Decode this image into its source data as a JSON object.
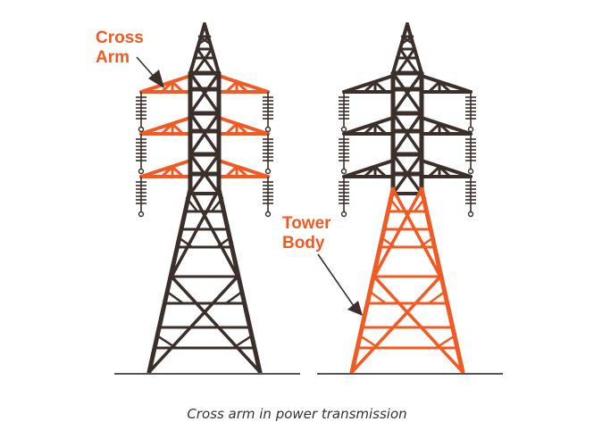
{
  "figure": {
    "caption": "Cross arm in power transmission",
    "labels": {
      "cross_arm": {
        "line1": "Cross",
        "line2": "Arm"
      },
      "tower_body": {
        "line1": "Tower",
        "line2": "Body"
      }
    },
    "towers": [
      {
        "id": "left",
        "highlighted_part": "cross arms",
        "highlight_color": "#f15a22",
        "base_color": "#3a2f2b"
      },
      {
        "id": "right",
        "highlighted_part": "tower body",
        "highlight_color": "#f15a22",
        "base_color": "#3a2f2b"
      }
    ],
    "colors": {
      "accent": "#f15a22",
      "structure": "#3a2f2b",
      "ground": "#555555",
      "caption": "#333333"
    }
  }
}
